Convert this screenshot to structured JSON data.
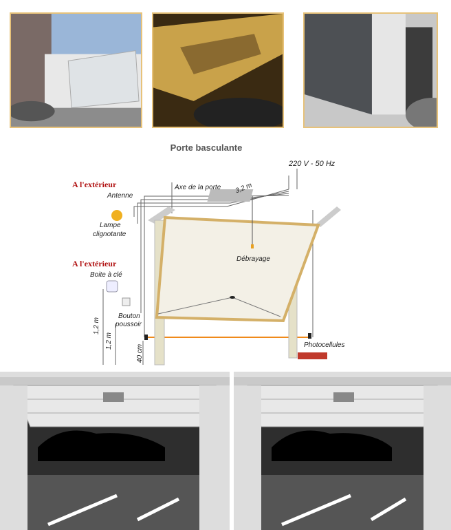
{
  "photos": [
    {
      "name": "garage-door-exterior-photo"
    },
    {
      "name": "garage-door-closeup-photo"
    },
    {
      "name": "garage-door-modern-photo"
    }
  ],
  "diagram": {
    "title": "Porte basculante",
    "power": "220 V - 50 Hz",
    "outside_1": "A l'extérieur",
    "outside_2": "A l'extérieur",
    "antenna": "Antenne",
    "lamp_1": "Lampe",
    "lamp_2": "clignotante",
    "door_axis": "Axe de la porte",
    "distance": "3,2 m",
    "release": "Débrayage",
    "key_box": "Boite à clé",
    "button_1": "Bouton",
    "button_2": "poussoir",
    "height_1": "1,2 m",
    "height_2": "1,2 m",
    "height_3": "40 cm",
    "photocells": "Photocellules"
  },
  "colors": {
    "frame": "#e7c27a",
    "label_red": "#b01010",
    "beam": "#f08a1a"
  }
}
